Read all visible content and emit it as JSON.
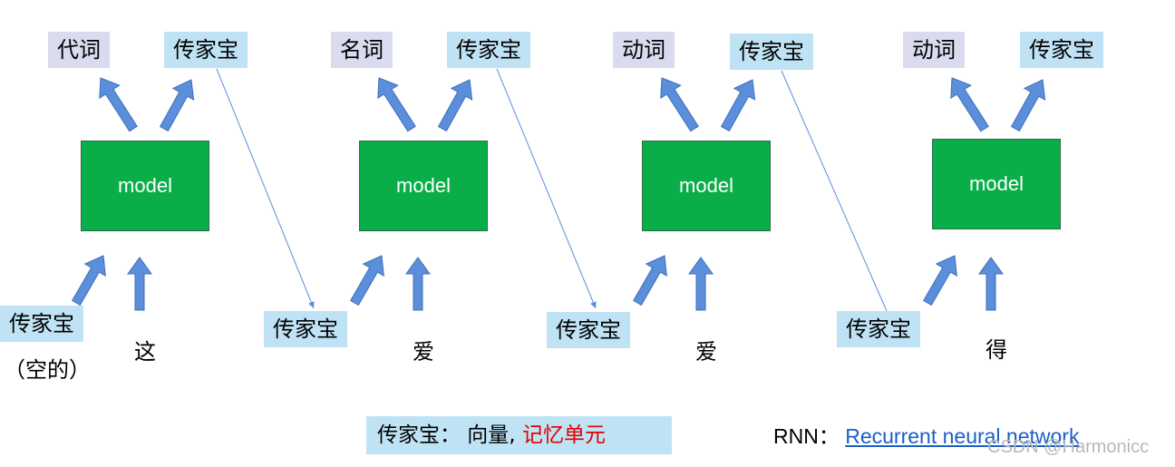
{
  "model_label": "model",
  "memory_label": "传家宝",
  "empty_note": "（空的）",
  "steps": [
    {
      "pos_tag": "代词",
      "input_word": "这"
    },
    {
      "pos_tag": "名词",
      "input_word": "爱"
    },
    {
      "pos_tag": "动词",
      "input_word": "爱"
    },
    {
      "pos_tag": "动词",
      "input_word": "得"
    }
  ],
  "legend": {
    "prefix": "传家宝：  向量, ",
    "highlight": "记忆单元",
    "highlight_color": "#e00000"
  },
  "rnn": {
    "label": "RNN：  ",
    "link": "Recurrent neural network"
  },
  "watermark": "CSDN @Harmonicc",
  "colors": {
    "model": "#0aae48",
    "arrow": "#5b8fdc",
    "memory_box": "#bfe3f4",
    "pos_box": "#dadbee"
  }
}
